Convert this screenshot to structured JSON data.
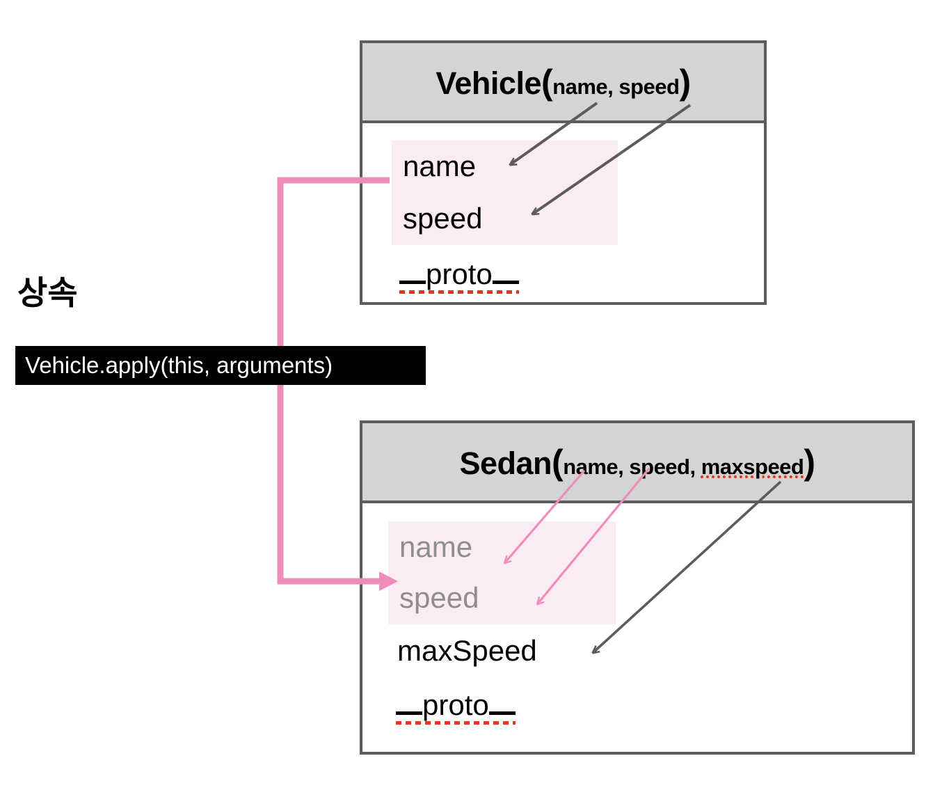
{
  "diagram": {
    "title_ko": "상속",
    "callout": "Vehicle.apply(this, arguments)",
    "colors": {
      "box_border": "#5c5c5c",
      "header_fill": "#d4d4d4",
      "highlight_fill": "#fbebf2",
      "pink_connector": "#f08cbc",
      "gray_arrow": "#5c5c5c",
      "inherited_text": "#8e8e8e",
      "spellcheck_underline": "#ea3323",
      "callout_bg": "#000000",
      "callout_text": "#ffffff"
    }
  },
  "vehicle": {
    "class_name": "Vehicle",
    "paren_open": "(",
    "params": "name, speed",
    "paren_close": ")",
    "properties": [
      {
        "label": "name",
        "inherited": false
      },
      {
        "label": "speed",
        "inherited": false
      }
    ],
    "proto": {
      "prefix": "__",
      "word": "proto",
      "suffix": "__",
      "spellchecked": true
    }
  },
  "sedan": {
    "class_name": "Sedan",
    "paren_open": "(",
    "params_plain": "name, speed, ",
    "params_spellchecked": "maxspeed",
    "paren_close": ")",
    "properties": [
      {
        "label": "name",
        "inherited": true
      },
      {
        "label": "speed",
        "inherited": true
      },
      {
        "label": "maxSpeed",
        "inherited": false
      }
    ],
    "proto": {
      "prefix": "__",
      "word": "proto",
      "suffix": "__",
      "spellchecked": true
    }
  }
}
